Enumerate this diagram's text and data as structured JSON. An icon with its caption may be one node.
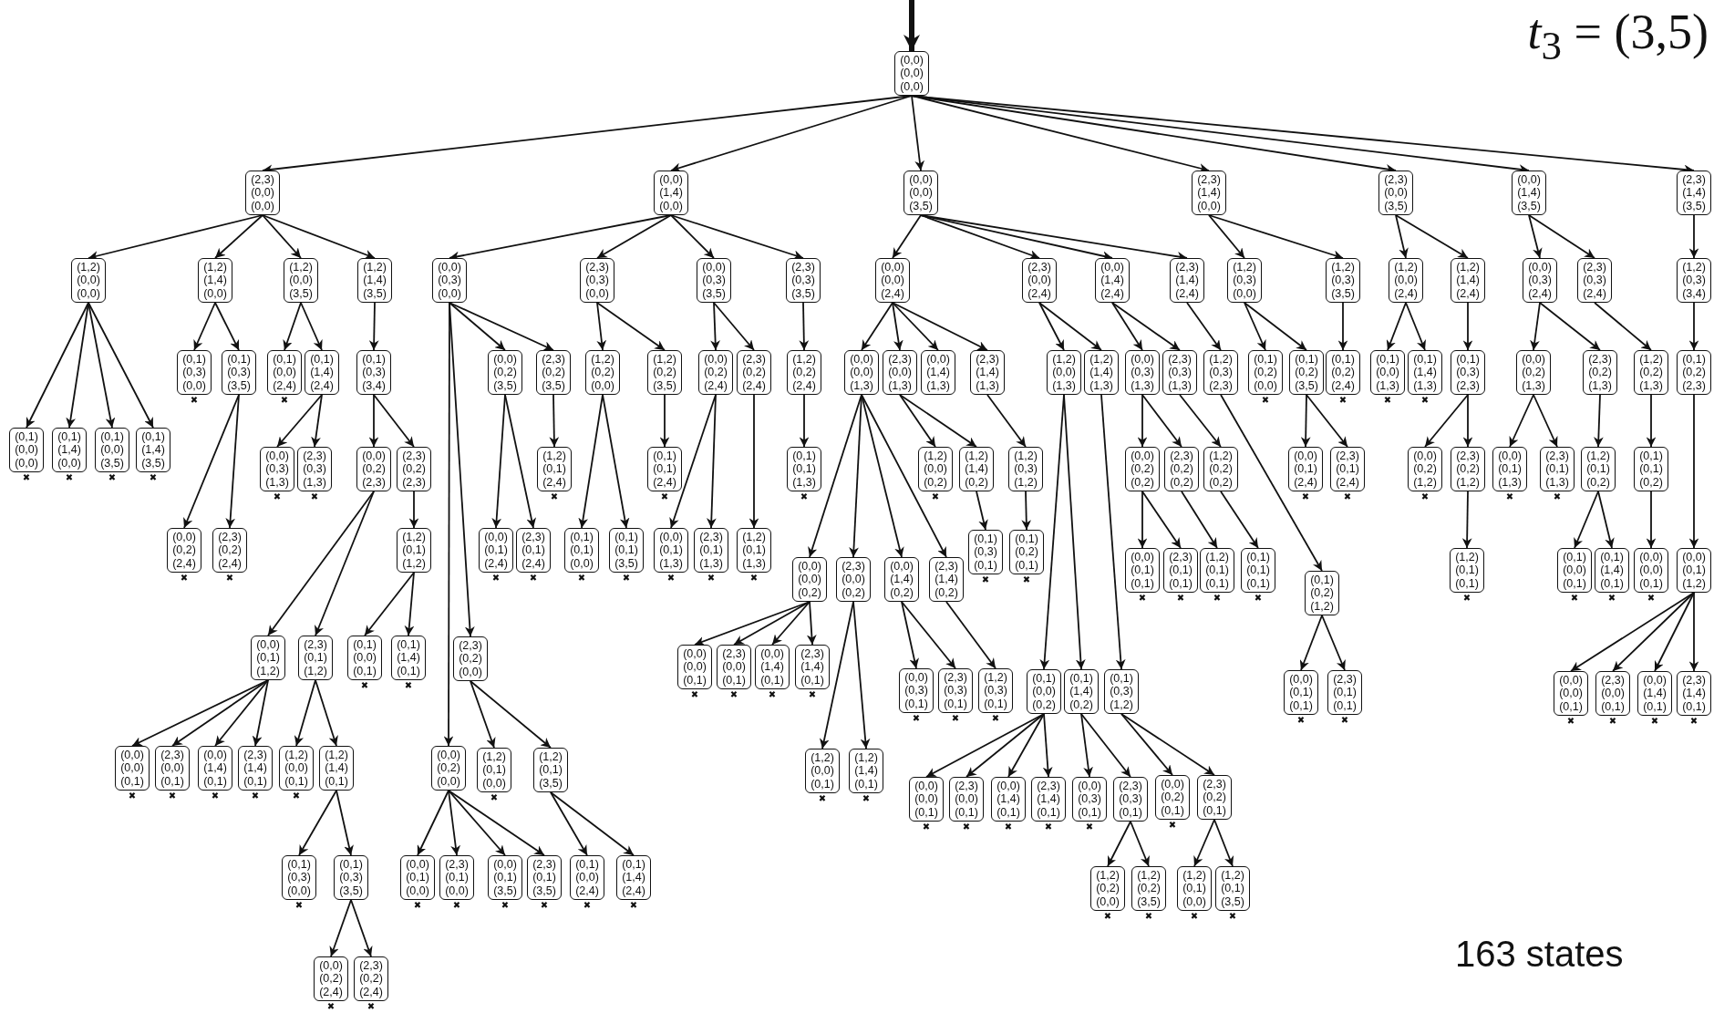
{
  "diagram": {
    "nodes": [
      {
        "text": [
          "(0,0) (0,0) (0,0)"
        ]
      },
      {
        "text": [
          "(2,3) (0,0) (0,0)"
        ]
      },
      {
        "text": [
          "(0,0) (1,4) (0,0)"
        ]
      },
      {
        "text": [
          "(0,0) (0,0) (3,5)"
        ]
      },
      {
        "text": [
          "(2,3) (1,4) (0,0)"
        ]
      },
      {
        "text": [
          "(2,3) (0,0) (3,5)"
        ]
      },
      {
        "text": [
          "(0,0) (1,4) (3,5)"
        ]
      },
      {
        "text": [
          "(2,3) (1,4) (3,5)"
        ]
      },
      {
        "text": [
          "(1,2) (0,0) (0,0)"
        ]
      },
      {
        "text": [
          "(1,2) (1,4) (0,0)"
        ]
      },
      {
        "text": [
          "(1,2) (0,0) (3,5)"
        ]
      },
      {
        "text": [
          "(1,2) (1,4) (3,5)"
        ]
      },
      {
        "text": [
          "(0,0) (0,3) (0,0)"
        ]
      },
      {
        "text": [
          "(2,3) (0,3) (0,0)"
        ]
      },
      {
        "text": [
          "(0,0) (0,3) (3,5)"
        ]
      },
      {
        "text": [
          "(2,3) (0,3) (3,5)"
        ]
      },
      {
        "text": [
          "(0,0) (0,0) (2,4)"
        ]
      },
      {
        "text": [
          "(2,3) (0,0) (2,4)"
        ]
      },
      {
        "text": [
          "(0,0) (1,4) (2,4)"
        ]
      },
      {
        "text": [
          "(2,3) (1,4) (2,4)"
        ]
      },
      {
        "text": [
          "(1,2) (0,3) (0,0)"
        ]
      },
      {
        "text": [
          "(1,2) (0,3) (3,5)"
        ]
      },
      {
        "text": [
          "(1,2) (0,0) (2,4)"
        ]
      },
      {
        "text": [
          "(1,2) (1,4) (2,4)"
        ]
      },
      {
        "text": [
          "(0,0) (0,3) (2,4)"
        ]
      },
      {
        "text": [
          "(2,3) (0,3) (2,4)"
        ]
      },
      {
        "text": [
          "(1,2) (0,3) (3,4)"
        ]
      },
      {
        "text": [
          "(0,1) (0,0) (0,0)"
        ],
        "beside": [
          "✖"
        ]
      },
      {
        "text": [
          "(0,1) (1,4) (0,0)"
        ],
        "beside": [
          "✖"
        ]
      },
      {
        "text": [
          "(0,1) (0,0) (3,5)"
        ],
        "beside": [
          "✖"
        ]
      },
      {
        "text": [
          "(0,1) (1,4) (3,5)"
        ],
        "beside": [
          "✖"
        ]
      },
      {
        "text": [
          "(0,1) (0,3) (0,0)"
        ],
        "beside": [
          "✖"
        ]
      },
      {
        "text": [
          "(0,1) (0,3) (3,5)"
        ]
      },
      {
        "text": [
          "(0,1) (0,0) (2,4)"
        ],
        "beside": [
          "✖"
        ]
      },
      {
        "text": [
          "(0,1) (1,4) (2,4)"
        ]
      },
      {
        "text": [
          "(0,1) (0,3) (3,4)"
        ]
      },
      {
        "text": [
          "(0,0) (0,2) (2,4)"
        ],
        "beside": [
          "✖"
        ]
      },
      {
        "text": [
          "(2,3) (0,2) (2,4)"
        ],
        "beside": [
          "✖"
        ]
      },
      {
        "text": [
          "(0,0) (0,3) (1,3)"
        ],
        "beside": [
          "✖"
        ]
      },
      {
        "text": [
          "(2,3) (0,3) (1,3)"
        ],
        "beside": [
          "✖"
        ]
      },
      {
        "text": [
          "(0,0) (0,2) (2,3)"
        ]
      },
      {
        "text": [
          "(2,3) (0,2) (2,3)"
        ]
      },
      {
        "text": [
          "(0,0) (0,1) (1,2)"
        ]
      },
      {
        "text": [
          "(2,3) (0,1) (1,2)"
        ]
      },
      {
        "text": [
          "(1,2) (0,1) (1,2)"
        ]
      },
      {
        "text": [
          "(0,1) (0,0) (0,1)"
        ],
        "beside": [
          "✖"
        ]
      },
      {
        "text": [
          "(0,1) (1,4) (0,1)"
        ],
        "beside": [
          "✖"
        ]
      },
      {
        "text": [
          "(0,0) (0,0) (0,1)"
        ],
        "beside": [
          "✖"
        ]
      },
      {
        "text": [
          "(2,3) (0,0) (0,1)"
        ],
        "beside": [
          "✖"
        ]
      },
      {
        "text": [
          "(0,0) (1,4) (0,1)"
        ],
        "beside": [
          "✖"
        ]
      },
      {
        "text": [
          "(2,3) (1,4) (0,1)"
        ],
        "beside": [
          "✖"
        ]
      },
      {
        "text": [
          "(1,2) (0,0) (0,1)"
        ],
        "beside": [
          "✖"
        ]
      },
      {
        "text": [
          "(1,2) (1,4) (0,1)"
        ]
      },
      {
        "text": [
          "(0,1) (0,3) (0,0)"
        ],
        "beside": [
          "✖"
        ]
      },
      {
        "text": [
          "(0,1) (0,3) (3,5)"
        ]
      },
      {
        "text": [
          "(0,0) (0,2) (2,4)"
        ],
        "beside": [
          "✖"
        ]
      },
      {
        "text": [
          "(2,3) (0,2) (2,4)"
        ],
        "beside": [
          "✖"
        ]
      },
      {
        "text": [
          "(0,0) (0,2) (0,0)"
        ]
      },
      {
        "text": [
          "(2,3) (0,2) (0,0)"
        ]
      },
      {
        "text": [
          "(0,0) (0,2) (3,5)"
        ]
      },
      {
        "text": [
          "(2,3) (0,2) (3,5)"
        ]
      },
      {
        "text": [
          "(0,0) (0,1) (0,0)"
        ],
        "beside": [
          "✖"
        ]
      },
      {
        "text": [
          "(2,3) (0,1) (0,0)"
        ],
        "beside": [
          "✖"
        ]
      },
      {
        "text": [
          "(0,0) (0,1) (3,5)"
        ],
        "beside": [
          "✖"
        ]
      },
      {
        "text": [
          "(2,3) (0,1) (3,5)"
        ],
        "beside": [
          "✖"
        ]
      },
      {
        "text": [
          "(1,2) (0,1) (0,0)"
        ],
        "beside": [
          "✖"
        ]
      },
      {
        "text": [
          "(1,2) (0,1) (3,5)"
        ]
      },
      {
        "text": [
          "(0,1) (0,0) (2,4)"
        ],
        "beside": [
          "✖"
        ]
      },
      {
        "text": [
          "(0,1) (1,4) (2,4)"
        ],
        "beside": [
          "✖"
        ]
      },
      {
        "text": [
          "(0,0) (0,1) (2,4)"
        ],
        "beside": [
          "✖"
        ]
      },
      {
        "text": [
          "(2,3) (0,1) (2,4)"
        ],
        "beside": [
          "✖"
        ]
      },
      {
        "text": [
          "(1,2) (0,1) (2,4)"
        ],
        "beside": [
          "✖"
        ]
      },
      {
        "text": [
          "(1,2) (0,2) (0,0)"
        ]
      },
      {
        "text": [
          "(1,2) (0,2) (3,5)"
        ]
      },
      {
        "text": [
          "(0,1) (0,1) (0,0)"
        ],
        "beside": [
          "✖"
        ]
      },
      {
        "text": [
          "(0,1) (0,1) (3,5)"
        ],
        "beside": [
          "✖"
        ]
      },
      {
        "text": [
          "(0,1) (0,1) (2,4)"
        ],
        "beside": [
          "✖"
        ]
      },
      {
        "text": [
          "(0,0) (0,2) (2,4)"
        ]
      },
      {
        "text": [
          "(2,3) (0,2) (2,4)"
        ]
      },
      {
        "text": [
          "(0,0) (0,1) (1,3)"
        ],
        "beside": [
          "✖"
        ]
      },
      {
        "text": [
          "(2,3) (0,1) (1,3)"
        ],
        "beside": [
          "✖"
        ]
      },
      {
        "text": [
          "(1,2) (0,1) (1,3)"
        ],
        "beside": [
          "✖"
        ]
      },
      {
        "text": [
          "(1,2) (0,2) (2,4)"
        ]
      },
      {
        "text": [
          "(0,1) (0,1) (1,3)"
        ],
        "beside": [
          "✖"
        ]
      },
      {
        "text": [
          "(0,0) (0,0) (1,3)"
        ]
      },
      {
        "text": [
          "(2,3) (0,0) (1,3)"
        ]
      },
      {
        "text": [
          "(0,0) (1,4) (1,3)"
        ]
      },
      {
        "text": [
          "(2,3) (1,4) (1,3)"
        ]
      },
      {
        "text": [
          "(0,0) (0,0) (0,2)"
        ]
      },
      {
        "text": [
          "(2,3) (0,0) (0,2)"
        ]
      },
      {
        "text": [
          "(0,0) (1,4) (0,2)"
        ]
      },
      {
        "text": [
          "(2,3) (1,4) (0,2)"
        ]
      },
      {
        "text": [
          "(0,0) (0,0) (0,1)"
        ],
        "beside": [
          "✖"
        ]
      },
      {
        "text": [
          "(2,3) (0,0) (0,1)"
        ],
        "beside": [
          "✖"
        ]
      },
      {
        "text": [
          "(0,0) (1,4) (0,1)"
        ],
        "beside": [
          "✖"
        ]
      },
      {
        "text": [
          "(2,3) (1,4) (0,1)"
        ],
        "beside": [
          "✖"
        ]
      },
      {
        "text": [
          "(1,2) (0,0) (0,1)"
        ],
        "beside": [
          "✖"
        ]
      },
      {
        "text": [
          "(1,2) (1,4) (0,1)"
        ],
        "beside": [
          "✖"
        ]
      },
      {
        "text": [
          "(0,0) (0,3) (0,1)"
        ],
        "beside": [
          "✖"
        ]
      },
      {
        "text": [
          "(2,3) (0,3) (0,1)"
        ],
        "beside": [
          "✖"
        ]
      },
      {
        "text": [
          "(1,2) (0,3) (0,1)"
        ],
        "beside": [
          "✖"
        ]
      },
      {
        "text": [
          "(1,2) (0,0) (0,2)"
        ],
        "beside": [
          "✖"
        ]
      },
      {
        "text": [
          "(1,2) (1,4) (0,2)"
        ]
      },
      {
        "text": [
          "(0,1) (0,3) (0,1)"
        ],
        "beside": [
          "✖"
        ]
      },
      {
        "text": [
          "(1,2) (0,3) (1,2)"
        ]
      },
      {
        "text": [
          "(0,1) (0,2) (0,1)"
        ],
        "beside": [
          "✖"
        ]
      },
      {
        "text": [
          "(1,2) (0,0) (1,3)"
        ]
      },
      {
        "text": [
          "(1,2) (1,4) (1,3)"
        ]
      },
      {
        "text": [
          "(0,1) (0,0) (0,2)"
        ]
      },
      {
        "text": [
          "(0,1) (1,4) (0,2)"
        ]
      },
      {
        "text": [
          "(0,1) (0,3) (1,2)"
        ]
      },
      {
        "text": [
          "(0,0) (0,0) (0,1)"
        ],
        "beside": [
          "✖"
        ]
      },
      {
        "text": [
          "(2,3) (0,0) (0,1)"
        ],
        "beside": [
          "✖"
        ]
      },
      {
        "text": [
          "(0,0) (1,4) (0,1)"
        ],
        "beside": [
          "✖"
        ]
      },
      {
        "text": [
          "(2,3) (1,4) (0,1)"
        ],
        "beside": [
          "✖"
        ]
      },
      {
        "text": [
          "(0,0) (0,3) (0,1)"
        ],
        "beside": [
          "✖"
        ]
      },
      {
        "text": [
          "(2,3) (0,3) (0,1)"
        ]
      },
      {
        "text": [
          "(1,2) (0,2) (0,0)"
        ],
        "beside": [
          "✖"
        ]
      },
      {
        "text": [
          "(1,2) (0,2) (3,5)"
        ],
        "beside": [
          "✖"
        ]
      },
      {
        "text": [
          "(0,0) (0,2) (0,1)"
        ],
        "beside": [
          "✖"
        ]
      },
      {
        "text": [
          "(2,3) (0,2) (0,1)"
        ]
      },
      {
        "text": [
          "(1,2) (0,1) (0,0)"
        ],
        "beside": [
          "✖"
        ]
      },
      {
        "text": [
          "(1,2) (0,1) (3,5)"
        ],
        "beside": [
          "✖"
        ]
      },
      {
        "text": [
          "(0,0) (0,3) (1,3)"
        ]
      },
      {
        "text": [
          "(2,3) (0,3) (1,3)"
        ]
      },
      {
        "text": [
          "(1,2) (0,3) (2,3)"
        ]
      },
      {
        "text": [
          "(0,0) (0,2) (0,2)"
        ]
      },
      {
        "text": [
          "(2,3) (0,2) (0,2)"
        ]
      },
      {
        "text": [
          "(1,2) (0,2) (0,2)"
        ]
      },
      {
        "text": [
          "(0,0) (0,1) (0,1)"
        ],
        "beside": [
          "✖"
        ]
      },
      {
        "text": [
          "(2,3) (0,1) (0,1)"
        ],
        "beside": [
          "✖"
        ]
      },
      {
        "text": [
          "(1,2) (0,1) (0,1)"
        ],
        "beside": [
          "✖"
        ]
      },
      {
        "text": [
          "(0,1) (0,1) (0,1)"
        ],
        "beside": [
          "✖"
        ]
      },
      {
        "text": [
          "(0,1) (0,2) (1,2)"
        ]
      },
      {
        "text": [
          "(0,0) (0,1) (0,1)"
        ],
        "beside": [
          "✖"
        ]
      },
      {
        "text": [
          "(2,3) (0,1) (0,1)"
        ],
        "beside": [
          "✖"
        ]
      },
      {
        "text": [
          "(0,1) (0,2) (0,0)"
        ],
        "beside": [
          "✖"
        ]
      },
      {
        "text": [
          "(0,1) (0,2) (3,5)"
        ]
      },
      {
        "text": [
          "(0,0) (0,1) (2,4)"
        ],
        "beside": [
          "✖"
        ]
      },
      {
        "text": [
          "(2,3) (0,1) (2,4)"
        ],
        "beside": [
          "✖"
        ]
      },
      {
        "text": [
          "(0,1) (0,2) (2,4)"
        ],
        "beside": [
          "✖"
        ]
      },
      {
        "text": [
          "(0,1) (0,0) (1,3)"
        ],
        "beside": [
          "✖"
        ]
      },
      {
        "text": [
          "(0,1) (1,4) (1,3)"
        ],
        "beside": [
          "✖"
        ]
      },
      {
        "text": [
          "(0,1) (0,3) (2,3)"
        ]
      },
      {
        "text": [
          "(0,0) (0,2) (1,2)"
        ],
        "beside": [
          "✖"
        ]
      },
      {
        "text": [
          "(2,3) (0,2) (1,2)"
        ]
      },
      {
        "text": [
          "(1,2) (0,1) (0,1)"
        ],
        "beside": [
          "✖"
        ]
      },
      {
        "text": [
          "(0,0) (0,2) (1,3)"
        ]
      },
      {
        "text": [
          "(2,3) (0,2) (1,3)"
        ]
      },
      {
        "text": [
          "(0,0) (0,1) (1,3)"
        ],
        "beside": [
          "✖"
        ]
      },
      {
        "text": [
          "(2,3) (0,1) (1,3)"
        ],
        "beside": [
          "✖"
        ]
      },
      {
        "text": [
          "(1,2) (0,1) (0,2)"
        ]
      },
      {
        "text": [
          "(0,1) (0,0) (0,1)"
        ],
        "beside": [
          "✖"
        ]
      },
      {
        "text": [
          "(0,1) (1,4) (0,1)"
        ],
        "beside": [
          "✖"
        ]
      },
      {
        "text": [
          "(1,2) (0,2) (1,3)"
        ]
      },
      {
        "text": [
          "(0,1) (0,1) (0,2)"
        ]
      },
      {
        "text": [
          "(0,0) (0,0) (0,1)"
        ],
        "beside": [
          "✖"
        ]
      },
      {
        "text": [
          "(0,1) (0,2) (2,3)"
        ]
      },
      {
        "text": [
          "(0,0) (0,1) (1,2)"
        ]
      },
      {
        "text": [
          "(0,0) (0,0) (0,1)"
        ],
        "beside": [
          "✖"
        ]
      },
      {
        "text": [
          "(2,3) (0,0) (0,1)"
        ],
        "beside": [
          "✖"
        ]
      },
      {
        "text": [
          "(0,0) (1,4) (0,1)"
        ],
        "beside": [
          "✖"
        ]
      },
      {
        "text": [
          "(2,3) (1,4) (0,1)"
        ],
        "beside": [
          "✖"
        ]
      }
    ],
    "edges": [
      {
        "from": null,
        "to": 0,
        "arrow": "to",
        "style": "thick"
      },
      {
        "from": 0,
        "to": 1,
        "arrow": "to"
      },
      {
        "from": 0,
        "to": 2,
        "arrow": "to"
      },
      {
        "from": 0,
        "to": 3,
        "arrow": "to"
      },
      {
        "from": 0,
        "to": 4,
        "arrow": "to"
      },
      {
        "from": 0,
        "to": 5,
        "arrow": "to"
      },
      {
        "from": 0,
        "to": 6,
        "arrow": "to"
      },
      {
        "from": 0,
        "to": 7,
        "arrow": "to"
      },
      {
        "from": 1,
        "to": 8,
        "arrow": "to"
      },
      {
        "from": 1,
        "to": 9,
        "arrow": "to"
      },
      {
        "from": 1,
        "to": 10,
        "arrow": "to"
      },
      {
        "from": 1,
        "to": 11,
        "arrow": "to"
      },
      {
        "from": 2,
        "to": 12,
        "arrow": "to"
      },
      {
        "from": 2,
        "to": 13,
        "arrow": "to"
      },
      {
        "from": 2,
        "to": 14,
        "arrow": "to"
      },
      {
        "from": 2,
        "to": 15,
        "arrow": "to"
      },
      {
        "from": 3,
        "to": 16,
        "arrow": "to"
      },
      {
        "from": 3,
        "to": 17,
        "arrow": "to"
      },
      {
        "from": 3,
        "to": 18,
        "arrow": "to"
      },
      {
        "from": 3,
        "to": 19,
        "arrow": "to"
      },
      {
        "from": 4,
        "to": 20,
        "arrow": "to"
      },
      {
        "from": 4,
        "to": 21,
        "arrow": "to"
      },
      {
        "from": 5,
        "to": 22,
        "arrow": "to"
      },
      {
        "from": 5,
        "to": 23,
        "arrow": "to"
      },
      {
        "from": 6,
        "to": 24,
        "arrow": "to"
      },
      {
        "from": 6,
        "to": 25,
        "arrow": "to"
      },
      {
        "from": 7,
        "to": 26,
        "arrow": "to"
      },
      {
        "from": 8,
        "to": 27,
        "arrow": "to"
      },
      {
        "from": 8,
        "to": 28,
        "arrow": "to"
      },
      {
        "from": 8,
        "to": 29,
        "arrow": "to"
      },
      {
        "from": 8,
        "to": 30,
        "arrow": "to"
      },
      {
        "from": 9,
        "to": 31,
        "arrow": "to"
      },
      {
        "from": 9,
        "to": 32,
        "arrow": "to"
      },
      {
        "from": 10,
        "to": 33,
        "arrow": "to"
      },
      {
        "from": 10,
        "to": 34,
        "arrow": "to"
      },
      {
        "from": 11,
        "to": 35,
        "arrow": "to"
      },
      {
        "from": 32,
        "to": 36,
        "arrow": "to"
      },
      {
        "from": 32,
        "to": 37,
        "arrow": "to"
      },
      {
        "from": 34,
        "to": 38,
        "arrow": "to"
      },
      {
        "from": 34,
        "to": 39,
        "arrow": "to"
      },
      {
        "from": 35,
        "to": 40,
        "arrow": "to"
      },
      {
        "from": 35,
        "to": 41,
        "arrow": "to"
      },
      {
        "from": 40,
        "to": 42,
        "arrow": "to"
      },
      {
        "from": 40,
        "to": 43,
        "arrow": "to"
      },
      {
        "from": 41,
        "to": 44,
        "arrow": "to"
      },
      {
        "from": 44,
        "to": 45,
        "arrow": "to"
      },
      {
        "from": 44,
        "to": 46,
        "arrow": "to"
      },
      {
        "from": 42,
        "to": 47,
        "arrow": "to"
      },
      {
        "from": 42,
        "to": 48,
        "arrow": "to"
      },
      {
        "from": 42,
        "to": 49,
        "arrow": "to"
      },
      {
        "from": 42,
        "to": 50,
        "arrow": "to"
      },
      {
        "from": 43,
        "to": 51,
        "arrow": "to"
      },
      {
        "from": 43,
        "to": 52,
        "arrow": "to"
      },
      {
        "from": 52,
        "to": 53,
        "arrow": "to"
      },
      {
        "from": 52,
        "to": 54,
        "arrow": "to"
      },
      {
        "from": 54,
        "to": 55,
        "arrow": "to"
      },
      {
        "from": 54,
        "to": 56,
        "arrow": "to"
      },
      {
        "from": 12,
        "to": 57,
        "arrow": "to"
      },
      {
        "from": 12,
        "to": 58,
        "arrow": "to"
      },
      {
        "from": 12,
        "to": 59,
        "arrow": "to"
      },
      {
        "from": 12,
        "to": 60,
        "arrow": "to"
      },
      {
        "from": 57,
        "to": 61,
        "arrow": "to"
      },
      {
        "from": 57,
        "to": 62,
        "arrow": "to"
      },
      {
        "from": 57,
        "to": 63,
        "arrow": "to"
      },
      {
        "from": 57,
        "to": 64,
        "arrow": "to"
      },
      {
        "from": 58,
        "to": 65,
        "arrow": "to"
      },
      {
        "from": 58,
        "to": 66,
        "arrow": "to"
      },
      {
        "from": 66,
        "to": 67,
        "arrow": "to"
      },
      {
        "from": 66,
        "to": 68,
        "arrow": "to"
      },
      {
        "from": 59,
        "to": 69,
        "arrow": "to"
      },
      {
        "from": 59,
        "to": 70,
        "arrow": "to"
      },
      {
        "from": 60,
        "to": 71,
        "arrow": "to"
      },
      {
        "from": 13,
        "to": 72,
        "arrow": "to"
      },
      {
        "from": 13,
        "to": 73,
        "arrow": "to"
      },
      {
        "from": 72,
        "to": 74,
        "arrow": "to"
      },
      {
        "from": 72,
        "to": 75,
        "arrow": "to"
      },
      {
        "from": 73,
        "to": 76,
        "arrow": "to"
      },
      {
        "from": 14,
        "to": 77,
        "arrow": "to"
      },
      {
        "from": 14,
        "to": 78,
        "arrow": "to"
      },
      {
        "from": 77,
        "to": 79,
        "arrow": "to"
      },
      {
        "from": 77,
        "to": 80,
        "arrow": "to"
      },
      {
        "from": 78,
        "to": 81,
        "arrow": "to"
      },
      {
        "from": 15,
        "to": 82,
        "arrow": "to"
      },
      {
        "from": 82,
        "to": 83,
        "arrow": "to"
      },
      {
        "from": 16,
        "to": 84,
        "arrow": "to"
      },
      {
        "from": 16,
        "to": 85,
        "arrow": "to"
      },
      {
        "from": 16,
        "to": 86,
        "arrow": "to"
      },
      {
        "from": 16,
        "to": 87,
        "arrow": "to"
      },
      {
        "from": 84,
        "to": 88,
        "arrow": "to"
      },
      {
        "from": 84,
        "to": 89,
        "arrow": "to"
      },
      {
        "from": 84,
        "to": 90,
        "arrow": "to"
      },
      {
        "from": 84,
        "to": 91,
        "arrow": "to"
      },
      {
        "from": 88,
        "to": 92,
        "arrow": "to"
      },
      {
        "from": 88,
        "to": 93,
        "arrow": "to"
      },
      {
        "from": 88,
        "to": 94,
        "arrow": "to"
      },
      {
        "from": 88,
        "to": 95,
        "arrow": "to"
      },
      {
        "from": 89,
        "to": 96,
        "arrow": "to"
      },
      {
        "from": 89,
        "to": 97,
        "arrow": "to"
      },
      {
        "from": 90,
        "to": 98,
        "arrow": "to"
      },
      {
        "from": 90,
        "to": 99,
        "arrow": "to"
      },
      {
        "from": 91,
        "to": 100,
        "arrow": "to"
      },
      {
        "from": 85,
        "to": 101,
        "arrow": "to"
      },
      {
        "from": 85,
        "to": 102,
        "arrow": "to"
      },
      {
        "from": 102,
        "to": 103,
        "arrow": "to"
      },
      {
        "from": 87,
        "to": 104,
        "arrow": "to"
      },
      {
        "from": 104,
        "to": 105,
        "arrow": "to"
      },
      {
        "from": 17,
        "to": 106,
        "arrow": "to"
      },
      {
        "from": 17,
        "to": 107,
        "arrow": "to"
      },
      {
        "from": 106,
        "to": 108,
        "arrow": "to"
      },
      {
        "from": 106,
        "to": 109,
        "arrow": "to"
      },
      {
        "from": 107,
        "to": 110,
        "arrow": "to"
      },
      {
        "from": 108,
        "to": 111,
        "arrow": "to"
      },
      {
        "from": 108,
        "to": 112,
        "arrow": "to"
      },
      {
        "from": 108,
        "to": 113,
        "arrow": "to"
      },
      {
        "from": 108,
        "to": 114,
        "arrow": "to"
      },
      {
        "from": 109,
        "to": 115,
        "arrow": "to"
      },
      {
        "from": 109,
        "to": 116,
        "arrow": "to"
      },
      {
        "from": 116,
        "to": 117,
        "arrow": "to"
      },
      {
        "from": 116,
        "to": 118,
        "arrow": "to"
      },
      {
        "from": 110,
        "to": 119,
        "arrow": "to"
      },
      {
        "from": 110,
        "to": 120,
        "arrow": "to"
      },
      {
        "from": 120,
        "to": 121,
        "arrow": "to"
      },
      {
        "from": 120,
        "to": 122,
        "arrow": "to"
      },
      {
        "from": 18,
        "to": 123,
        "arrow": "to"
      },
      {
        "from": 18,
        "to": 124,
        "arrow": "to"
      },
      {
        "from": 19,
        "to": 125,
        "arrow": "to"
      },
      {
        "from": 123,
        "to": 126,
        "arrow": "to"
      },
      {
        "from": 123,
        "to": 127,
        "arrow": "to"
      },
      {
        "from": 124,
        "to": 128,
        "arrow": "to"
      },
      {
        "from": 126,
        "to": 129,
        "arrow": "to"
      },
      {
        "from": 126,
        "to": 130,
        "arrow": "to"
      },
      {
        "from": 127,
        "to": 131,
        "arrow": "to"
      },
      {
        "from": 128,
        "to": 132,
        "arrow": "to"
      },
      {
        "from": 125,
        "to": 133,
        "arrow": "to"
      },
      {
        "from": 133,
        "to": 134,
        "arrow": "to"
      },
      {
        "from": 133,
        "to": 135,
        "arrow": "to"
      },
      {
        "from": 20,
        "to": 136,
        "arrow": "to"
      },
      {
        "from": 20,
        "to": 137,
        "arrow": "to"
      },
      {
        "from": 137,
        "to": 138,
        "arrow": "to"
      },
      {
        "from": 137,
        "to": 139,
        "arrow": "to"
      },
      {
        "from": 21,
        "to": 140,
        "arrow": "to"
      },
      {
        "from": 22,
        "to": 141,
        "arrow": "to"
      },
      {
        "from": 22,
        "to": 142,
        "arrow": "to"
      },
      {
        "from": 23,
        "to": 143,
        "arrow": "to"
      },
      {
        "from": 143,
        "to": 144,
        "arrow": "to"
      },
      {
        "from": 143,
        "to": 145,
        "arrow": "to"
      },
      {
        "from": 145,
        "to": 146,
        "arrow": "to"
      },
      {
        "from": 24,
        "to": 147,
        "arrow": "to"
      },
      {
        "from": 24,
        "to": 148,
        "arrow": "to"
      },
      {
        "from": 147,
        "to": 149,
        "arrow": "to"
      },
      {
        "from": 147,
        "to": 150,
        "arrow": "to"
      },
      {
        "from": 148,
        "to": 151,
        "arrow": "to"
      },
      {
        "from": 151,
        "to": 152,
        "arrow": "to"
      },
      {
        "from": 151,
        "to": 153,
        "arrow": "to"
      },
      {
        "from": 25,
        "to": 154,
        "arrow": "to"
      },
      {
        "from": 154,
        "to": 155,
        "arrow": "to"
      },
      {
        "from": 155,
        "to": 156,
        "arrow": "to"
      },
      {
        "from": 26,
        "to": 157,
        "arrow": "to"
      },
      {
        "from": 157,
        "to": 158,
        "arrow": "to"
      },
      {
        "from": 158,
        "to": 159,
        "arrow": "to"
      },
      {
        "from": 158,
        "to": 160,
        "arrow": "to"
      },
      {
        "from": 158,
        "to": 161,
        "arrow": "to"
      },
      {
        "from": 158,
        "to": 162,
        "arrow": "to"
      }
    ],
    "labels": [
      "*t*$_{3}$ = (3,5)",
      "163 states"
    ]
  }
}
